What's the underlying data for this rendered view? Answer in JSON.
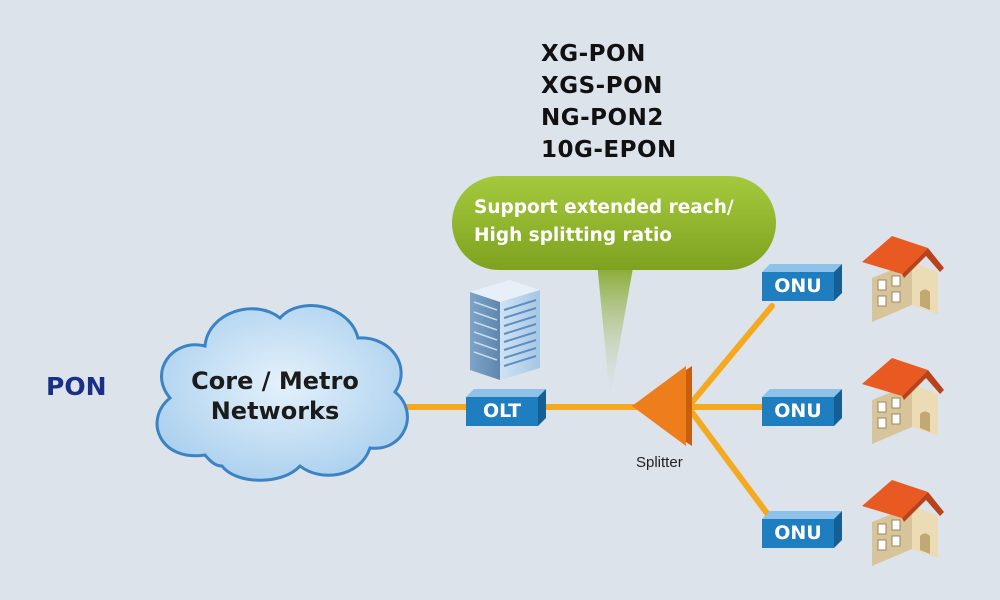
{
  "title": "PON",
  "standards": [
    "XG-PON",
    "XGS-PON",
    "NG-PON2",
    "10G-EPON"
  ],
  "callout": {
    "line1": "Support extended reach/",
    "line2": "High splitting ratio"
  },
  "cloud": {
    "line1": "Core / Metro",
    "line2": "Networks"
  },
  "olt": {
    "label": "OLT"
  },
  "splitter": {
    "label": "Splitter"
  },
  "onus": [
    {
      "label": "ONU"
    },
    {
      "label": "ONU"
    },
    {
      "label": "ONU"
    }
  ],
  "colors": {
    "background": "#dde3ea",
    "fiber": "#f4a91f",
    "box_front": "#1f7ec0",
    "callout": "#8fb82a",
    "cloud": "#b8d8f2",
    "splitter": "#ee7d1c",
    "roof": "#e85a22",
    "pon_text": "#1a2f86"
  },
  "icons": [
    "cloud-icon",
    "building-icon",
    "splitter-icon",
    "house-icon"
  ]
}
